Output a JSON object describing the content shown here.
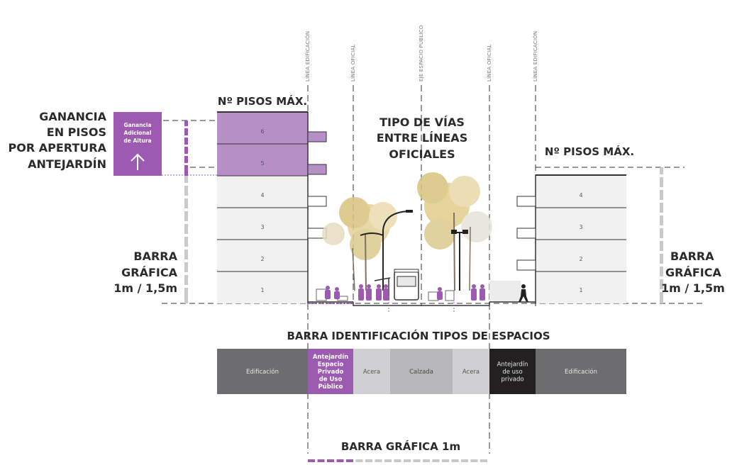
{
  "reference_lines": {
    "linea_edificacion": "LÍNEA EDIFICACIÓN",
    "linea_oficial": "LÍNEA OFICIAL",
    "eje_espacio_publico": "EJE ESPACIO PÚBLICO"
  },
  "labels": {
    "pisos_max": "Nº PISOS MÁX.",
    "ganancia_lines": [
      "GANANCIA",
      "EN PISOS",
      "POR APERTURA",
      "ANTEJARDÍN"
    ],
    "ganancia_box_lines": [
      "Ganancia",
      "Adicional",
      "de Altura"
    ],
    "tipo_vias_lines": [
      "TIPO DE VÍAS",
      "ENTRE LÍNEAS",
      "OFICIALES"
    ],
    "barra_grafica_lines": [
      "BARRA",
      "GRÁFICA",
      "1m / 1,5m"
    ],
    "barra_identificacion": "BARRA IDENTIFICACIÓN TIPOS DE ESPACIOS",
    "barra_grafica_1m": "BARRA GRÁFICA 1m"
  },
  "left_building_floors": [
    "1",
    "2",
    "3",
    "4",
    "5",
    "6"
  ],
  "right_building_floors": [
    "1",
    "2",
    "3",
    "4"
  ],
  "space_segments": [
    {
      "lines": [
        "Edificación"
      ],
      "color": "#6d6d6f",
      "text_color": "#e6e6e6"
    },
    {
      "lines": [
        "Antejardín",
        "Espacio",
        "Privado",
        "de Uso",
        "Público"
      ],
      "color": "#9c5bb0",
      "text_color": "#ffffff"
    },
    {
      "lines": [
        "Acera"
      ],
      "color": "#d0d0d2",
      "text_color": "#555555"
    },
    {
      "lines": [
        "Calzada"
      ],
      "color": "#b7b7b9",
      "text_color": "#4a4a4a"
    },
    {
      "lines": [
        "Acera"
      ],
      "color": "#d0d0d2",
      "text_color": "#555555"
    },
    {
      "lines": [
        "Antejardín",
        "de uso",
        "privado"
      ],
      "color": "#222021",
      "text_color": "#e6e6e6"
    },
    {
      "lines": [
        "Edificación"
      ],
      "color": "#6d6d6f",
      "text_color": "#e6e6e6"
    }
  ],
  "colors": {
    "purple_light": "#b58fc6",
    "purple": "#9c5bb0",
    "purple_dark": "#7b3f93",
    "gray_floor": "#f1f1f2",
    "ink": "#2b2b2b"
  },
  "icons": {
    "arrow": "arrow-up-icon"
  }
}
